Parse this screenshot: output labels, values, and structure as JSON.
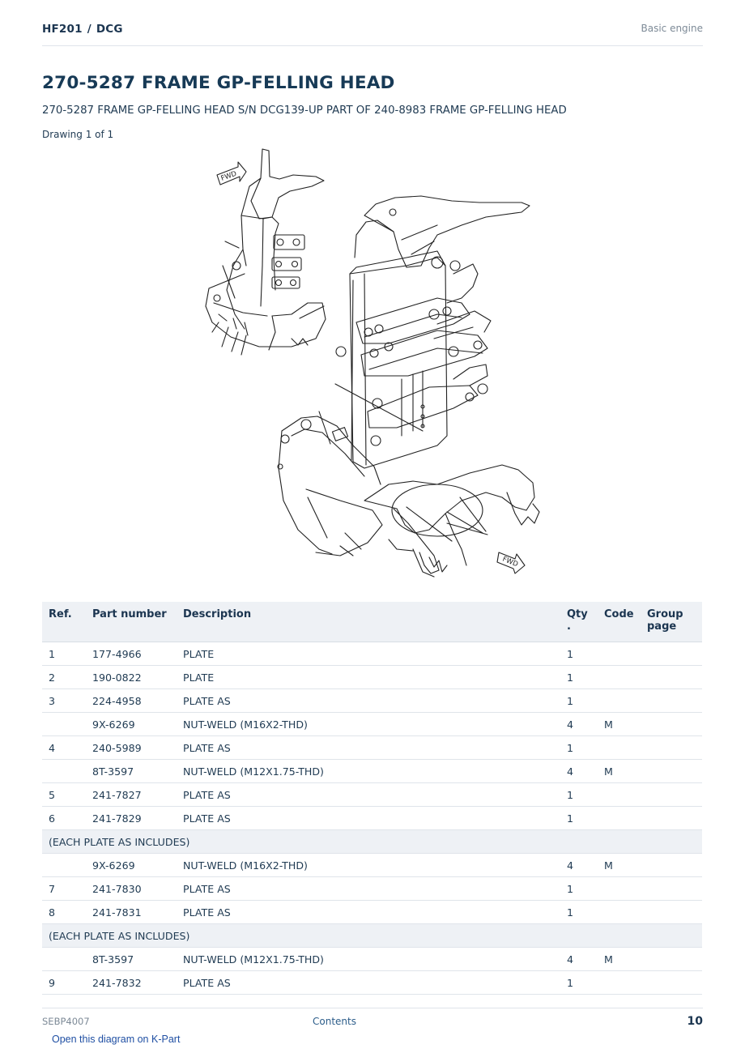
{
  "header": {
    "model": "HF201",
    "separator": "/",
    "serial_prefix": "DCG",
    "section": "Basic engine"
  },
  "title": "270-5287 FRAME GP-FELLING HEAD",
  "subtitle": "270-5287 FRAME GP-FELLING HEAD S/N DCG139-UP PART OF 240-8983 FRAME GP-FELLING HEAD",
  "drawing_label": "Drawing 1 of 1",
  "figure": {
    "fwd_label_top": "FWD",
    "fwd_label_bottom": "FWD"
  },
  "table": {
    "headers": {
      "ref": "Ref.",
      "part": "Part number",
      "desc": "Description",
      "qty": "Qty\n.",
      "code": "Code",
      "group": "Group page"
    },
    "rows": [
      {
        "ref": "1",
        "part": "177-4966",
        "desc": "PLATE",
        "qty": "1",
        "code": "",
        "group": ""
      },
      {
        "ref": "2",
        "part": "190-0822",
        "desc": "PLATE",
        "qty": "1",
        "code": "",
        "group": ""
      },
      {
        "ref": "3",
        "part": "224-4958",
        "desc": "PLATE AS",
        "qty": "1",
        "code": "",
        "group": ""
      },
      {
        "ref": "",
        "part": "9X-6269",
        "desc": "NUT-WELD (M16X2-THD)",
        "qty": "4",
        "code": "M",
        "group": ""
      },
      {
        "ref": "4",
        "part": "240-5989",
        "desc": "PLATE AS",
        "qty": "1",
        "code": "",
        "group": ""
      },
      {
        "ref": "",
        "part": "8T-3597",
        "desc": "NUT-WELD (M12X1.75-THD)",
        "qty": "4",
        "code": "M",
        "group": ""
      },
      {
        "ref": "5",
        "part": "241-7827",
        "desc": "PLATE AS",
        "qty": "1",
        "code": "",
        "group": ""
      },
      {
        "ref": "6",
        "part": "241-7829",
        "desc": "PLATE AS",
        "qty": "1",
        "code": "",
        "group": ""
      },
      {
        "note": "(EACH PLATE AS INCLUDES)"
      },
      {
        "ref": "",
        "part": "9X-6269",
        "desc": "NUT-WELD (M16X2-THD)",
        "qty": "4",
        "code": "M",
        "group": ""
      },
      {
        "ref": "7",
        "part": "241-7830",
        "desc": "PLATE AS",
        "qty": "1",
        "code": "",
        "group": ""
      },
      {
        "ref": "8",
        "part": "241-7831",
        "desc": "PLATE AS",
        "qty": "1",
        "code": "",
        "group": ""
      },
      {
        "note": "(EACH PLATE AS INCLUDES)"
      },
      {
        "ref": "",
        "part": "8T-3597",
        "desc": "NUT-WELD (M12X1.75-THD)",
        "qty": "4",
        "code": "M",
        "group": ""
      },
      {
        "ref": "9",
        "part": "241-7832",
        "desc": "PLATE AS",
        "qty": "1",
        "code": "",
        "group": ""
      }
    ]
  },
  "footer": {
    "doc_id": "SEBP4007",
    "contents_link": "Contents",
    "page_number": "10"
  },
  "kpart_link": "Open this diagram on K-Part"
}
